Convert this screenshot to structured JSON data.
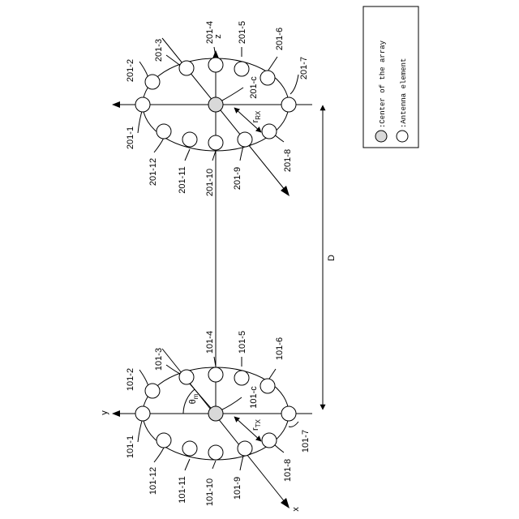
{
  "axes": {
    "x": "x",
    "y": "y",
    "z": "z"
  },
  "distance_label": "D",
  "legend": {
    "center": "Center of the array",
    "element": "Antenna element"
  },
  "tx": {
    "center_label": "101-c",
    "radius_label": "r",
    "radius_sub": "TX",
    "angle_label": "θ",
    "angle_sub": "m",
    "elements": [
      "101-1",
      "101-2",
      "101-3",
      "101-4",
      "101-5",
      "101-6",
      "101-7",
      "101-8",
      "101-9",
      "101-10",
      "101-11",
      "101-12"
    ]
  },
  "rx": {
    "center_label": "201-c",
    "radius_label": "r",
    "radius_sub": "RX",
    "elements": [
      "201-1",
      "201-2",
      "201-3",
      "201-4",
      "201-5",
      "201-6",
      "201-7",
      "201-8",
      "201-9",
      "201-10",
      "201-11",
      "201-12"
    ]
  }
}
